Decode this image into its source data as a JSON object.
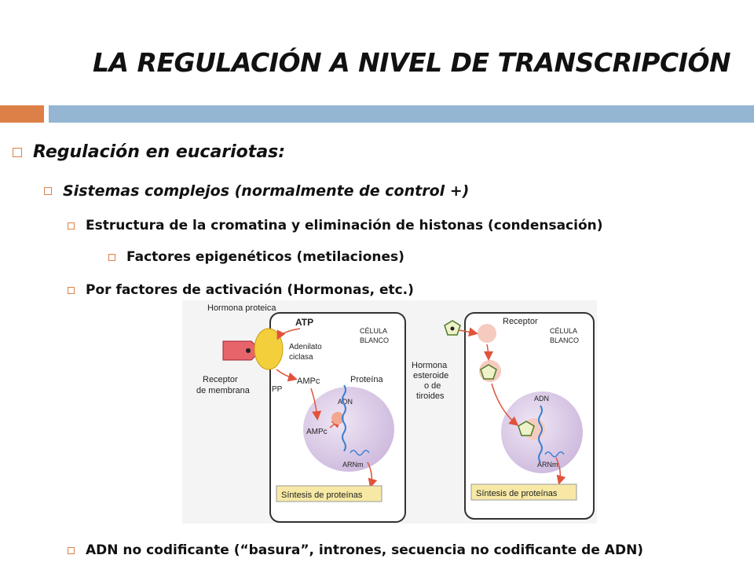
{
  "slide": {
    "title": "LA REGULACIÓN A NIVEL DE TRANSCRIPCIÓN",
    "accent_colors": {
      "orange": "#dd8047",
      "blue": "#94b6d2"
    }
  },
  "bullets": {
    "b1": "Regulación en eucariotas:",
    "b2": "Sistemas complejos  (normalmente de control +)",
    "b3": "Estructura de la cromatina y eliminación de histonas (condensación)",
    "b4": "Factores epigenéticos (metilaciones)",
    "b5": "Por factores de activación (Hormonas, etc.)",
    "b6": "ADN no codificante (“basura”, intrones, secuencia no codificante de ADN)"
  },
  "figure": {
    "left": {
      "hormone": "Hormona proteica",
      "atp": "ATP",
      "cyclase_1": "Adenilato",
      "cyclase_2": "ciclasa",
      "cell_1": "CÉLULA",
      "cell_2": "BLANCO",
      "receptor_1": "Receptor",
      "receptor_2": "de membrana",
      "pp": "PP",
      "amp": "AMPc",
      "protein": "Proteína",
      "dna": "ADN",
      "amp_nucleus": "AMPc",
      "rna": "ARNm",
      "synthesis": "Síntesis de proteínas"
    },
    "right": {
      "receptor": "Receptor",
      "cell_1": "CÉLULA",
      "cell_2": "BLANCO",
      "hormone_1": "Hormona",
      "hormone_2": "esteroide",
      "hormone_3": "o de",
      "hormone_4": "tiroides",
      "dna": "ADN",
      "rna": "ARNm",
      "synthesis": "Síntesis de proteínas"
    }
  }
}
